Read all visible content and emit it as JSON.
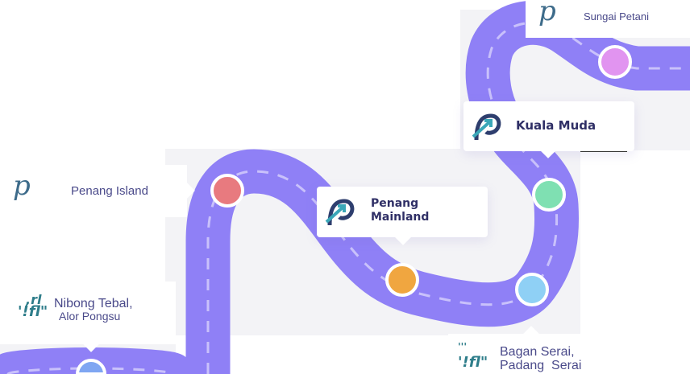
{
  "colors": {
    "road": "#8f80f6",
    "dash": "#c9c1fb",
    "panel": "#f3f3f6"
  },
  "stops": [
    {
      "id": "penang-island",
      "label": "Penang Island",
      "color": "#e87a7f",
      "logo": "p"
    },
    {
      "id": "penang-mainland",
      "label_line1": "Penang",
      "label_line2": "Mainland",
      "color": "#f0a640",
      "logo": "arrow-p"
    },
    {
      "id": "kuala-muda",
      "label": "Kuala Muda",
      "color": "#7fe0b2",
      "logo": "arrow-p"
    },
    {
      "id": "sungai-petani",
      "label": "Sungai Petani",
      "color": "#e194f0",
      "logo": "p"
    },
    {
      "id": "nibong-tebal",
      "label_line1": "Nibong Tebal,",
      "label_line2": "Alor Pongsu",
      "color": "#7fa6f2",
      "logo": "ifl"
    },
    {
      "id": "bagan-serai",
      "label_line1": "Bagan Serai,",
      "label_line2": "Padang  Serai",
      "color": "#8fd0f5",
      "logo": "ifl"
    }
  ],
  "logos": {
    "p": "p",
    "ifl_top": ",rl",
    "ifl": "'!fl\"",
    "ifl_top2": "'''"
  }
}
